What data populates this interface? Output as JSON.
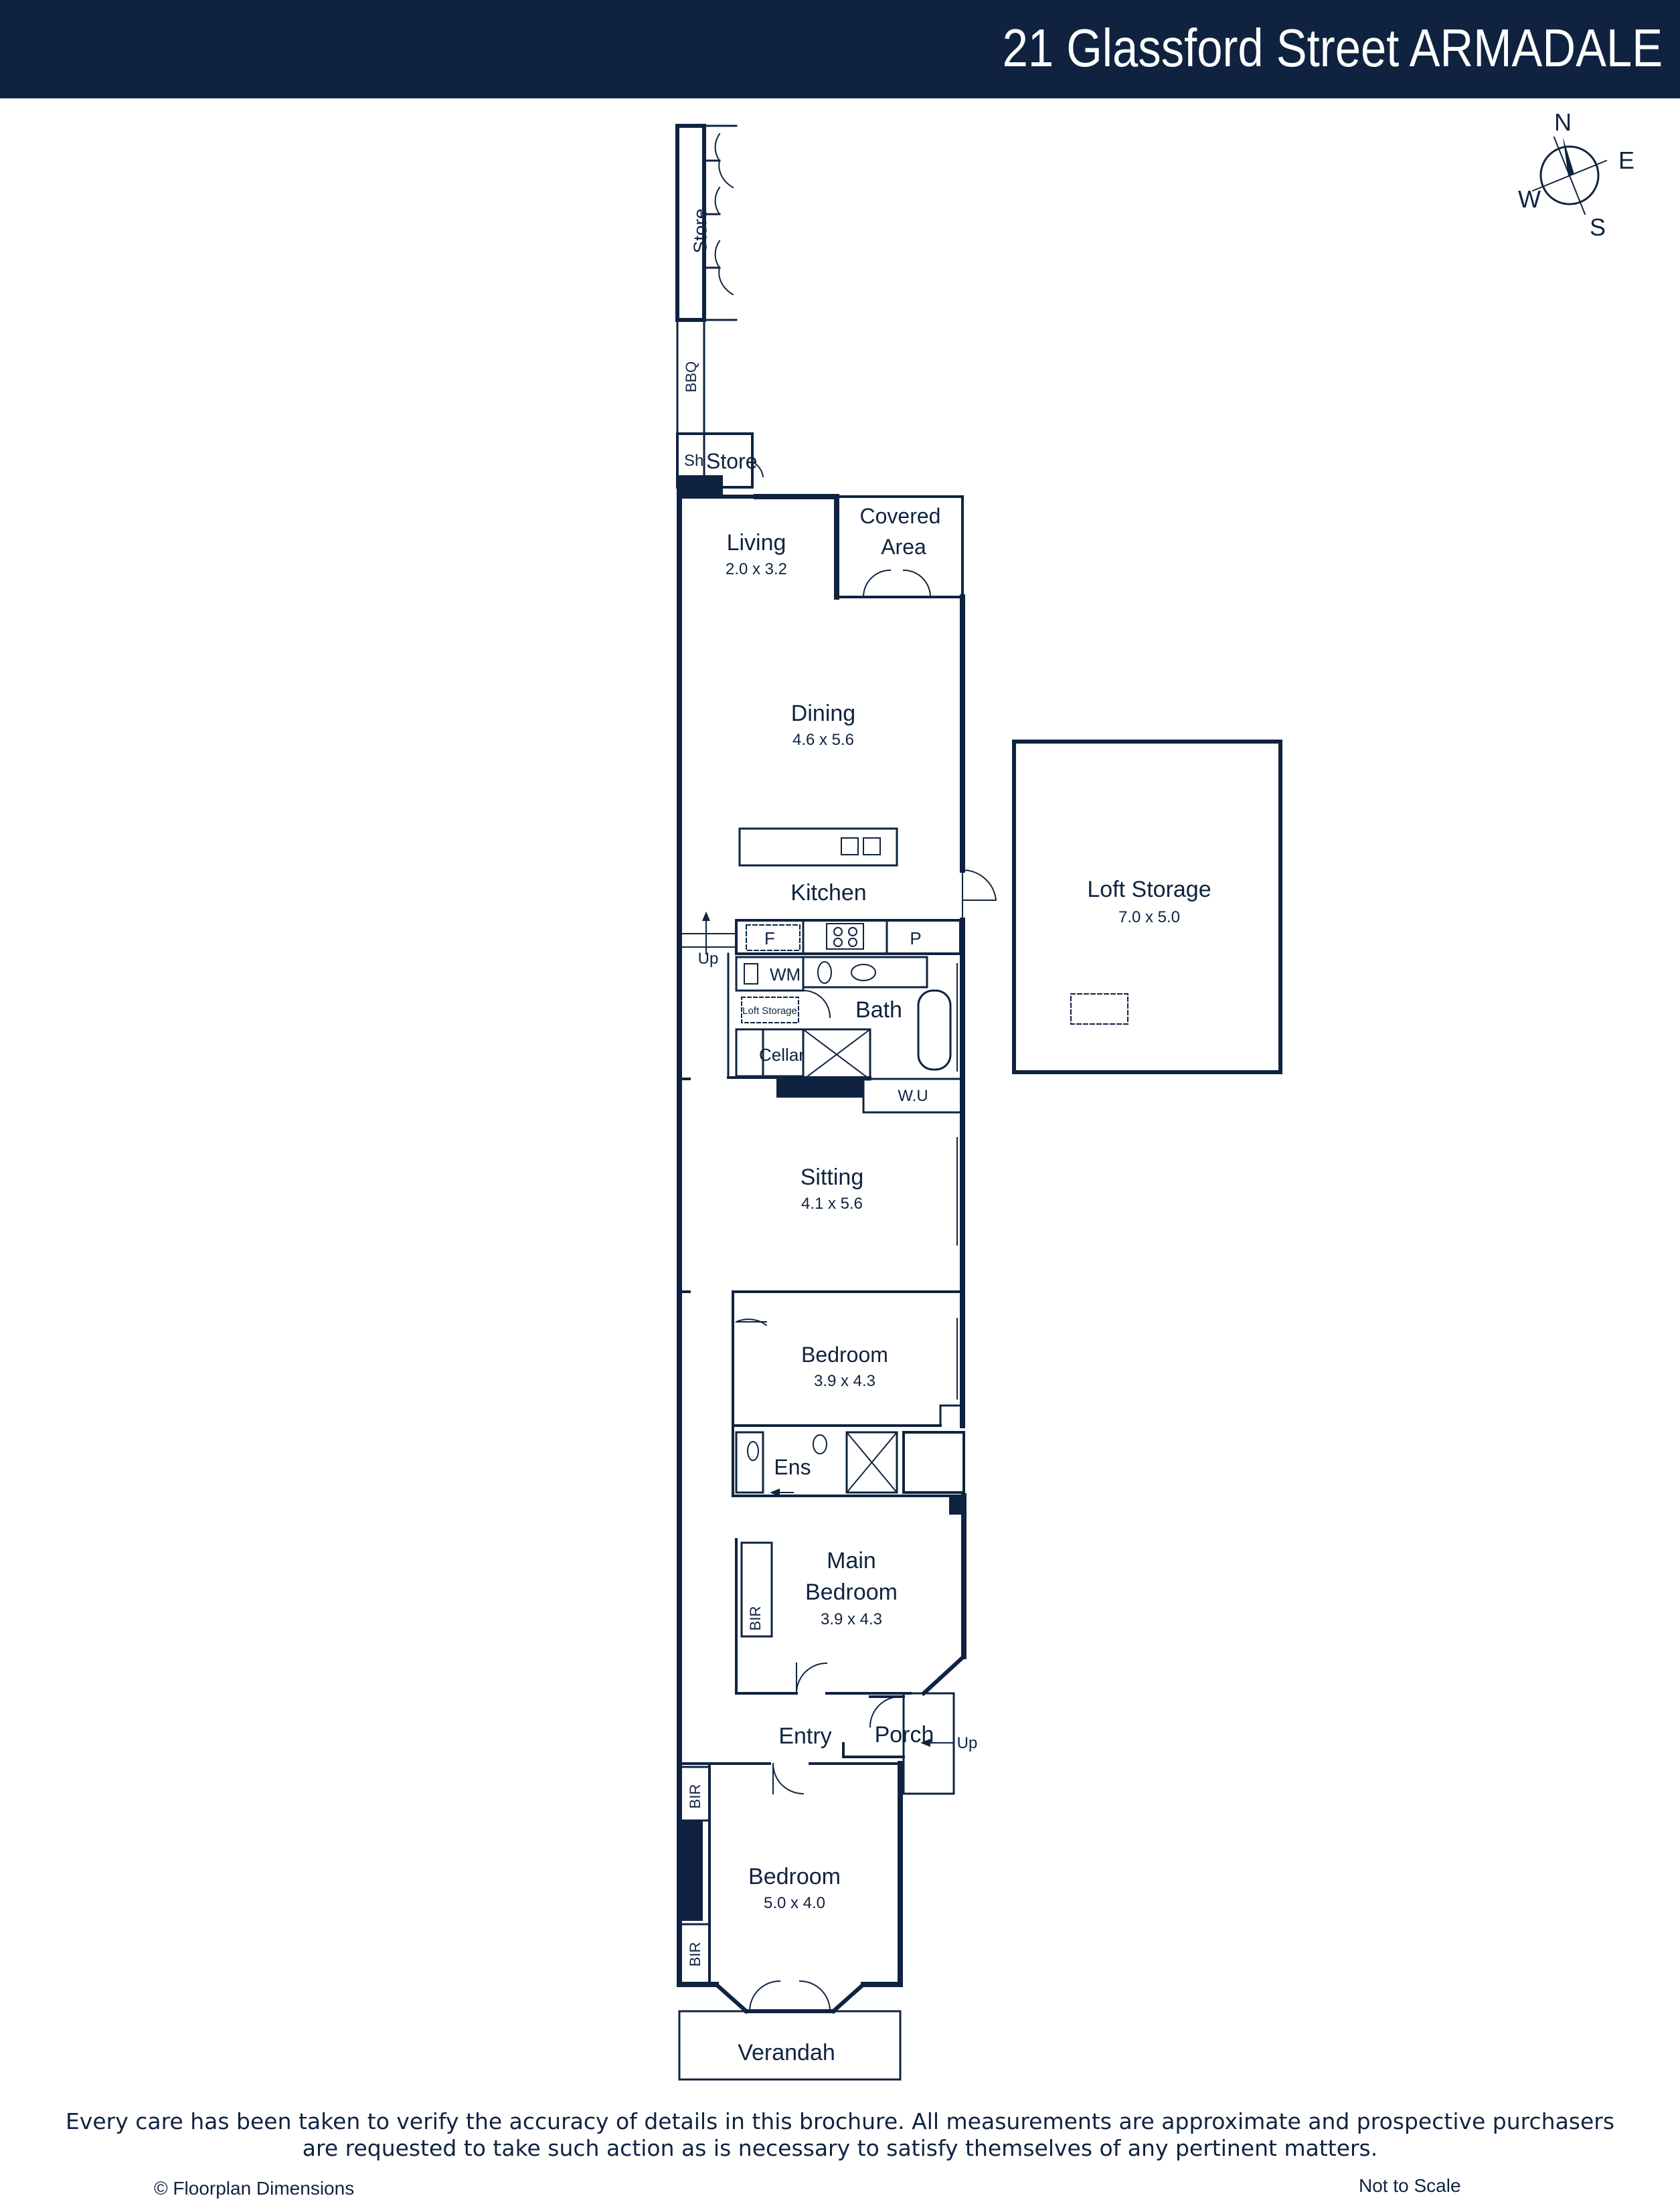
{
  "header": {
    "title": "21 Glassford Street ARMADALE"
  },
  "compass": {
    "n": "N",
    "e": "E",
    "s": "S",
    "w": "W"
  },
  "rooms": {
    "store_top": "Store",
    "bbq": "BBQ",
    "sh": "Sh",
    "store": "Store",
    "living": {
      "name": "Living",
      "dim": "2.0 x 3.2"
    },
    "covered1": "Covered",
    "covered2": "Area",
    "dining": {
      "name": "Dining",
      "dim": "4.6 x 5.6"
    },
    "kitchen": "Kitchen",
    "f": "F",
    "p": "P",
    "wm": "WM",
    "up1": "Up",
    "loft_storage_small": "Loft Storage",
    "bath": "Bath",
    "cellar": "Cellar",
    "wu": "W.U",
    "sitting": {
      "name": "Sitting",
      "dim": "4.1 x 5.6"
    },
    "bedroom1": {
      "name": "Bedroom",
      "dim": "3.9 x 4.3"
    },
    "ens": "Ens",
    "main_bedroom": {
      "name1": "Main",
      "name2": "Bedroom",
      "dim": "3.9 x 4.3"
    },
    "bir1": "BIR",
    "entry": "Entry",
    "porch": "Porch",
    "up2": "Up",
    "bir2": "BIR",
    "bir3": "BIR",
    "bedroom2": {
      "name": "Bedroom",
      "dim": "5.0 x 4.0"
    },
    "verandah": "Verandah",
    "loft_storage": {
      "name": "Loft Storage",
      "dim": "7.0 x 5.0"
    }
  },
  "footer": {
    "disclaimer_line1": "Every care has been taken to verify the accuracy of details in this brochure. All measurements are approximate and prospective purchasers",
    "disclaimer_line2": "are requested to take such action as is necessary to satisfy themselves of any pertinent matters.",
    "copyright": "© Floorplan Dimensions",
    "scale": "Not to Scale"
  },
  "colors": {
    "brand": "#0f2340",
    "background": "#ffffff"
  }
}
